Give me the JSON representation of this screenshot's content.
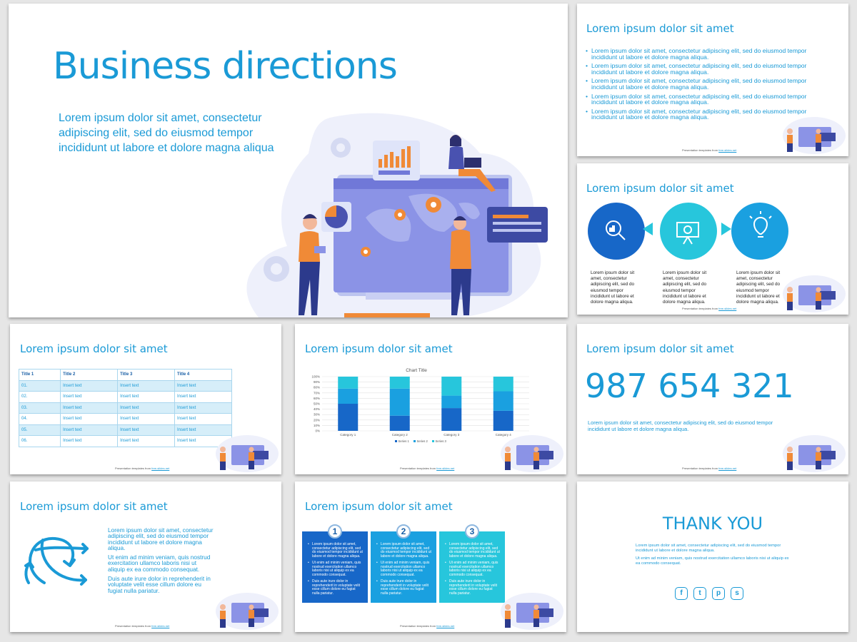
{
  "slide1": {
    "title": "Business directions",
    "subtitle": "Lorem ipsum dolor sit amet, consectetur adipiscing elit, sed do eiusmod tempor incididunt ut labore et dolore magna aliqua"
  },
  "common": {
    "slide_title": "Lorem ipsum dolor sit amet",
    "footer_prefix": "Presentation templates from ",
    "footer_link": "free-slides.net"
  },
  "slide2": {
    "bullets": [
      "Lorem ipsum dolor sit amet, consectetur adipiscing elit, sed do eiusmod tempor incididunt ut labore et dolore magna aliqua.",
      "Lorem ipsum dolor sit amet, consectetur adipiscing elit, sed do eiusmod tempor incididunt ut labore et dolore magna aliqua.",
      "Lorem ipsum dolor sit amet, consectetur adipiscing elit, sed do eiusmod tempor incididunt ut labore et dolore magna aliqua.",
      "Lorem ipsum dolor sit amet, consectetur adipiscing elit, sed do eiusmod tempor incididunt ut labore et dolore magna aliqua.",
      "Lorem ipsum dolor sit amet, consectetur adipiscing elit, sed do eiusmod tempor incididunt ut labore et dolore magna aliqua."
    ]
  },
  "slide3": {
    "texts": [
      "Lorem ipsum dolor sit amet, consectetur adipiscing elit, sed do eiusmod tempor incididunt ut labore et dolore magna aliqua.",
      "Lorem ipsum dolor sit amet, consectetur adipiscing elit, sed do eiusmod tempor incididunt ut labore et dolore magna aliqua.",
      "Lorem ipsum dolor sit amet, consectetur adipiscing elit, sed do eiusmod tempor incididunt ut labore et dolore magna aliqua."
    ],
    "colors": [
      "#1767c8",
      "#27c6dc",
      "#1aa0e0"
    ]
  },
  "table": {
    "headers": [
      "Title 1",
      "Title 2",
      "Title 3",
      "Title 4"
    ],
    "rows": [
      [
        "01.",
        "Insert text",
        "Insert text",
        "Insert text"
      ],
      [
        "02.",
        "Insert text",
        "Insert text",
        "Insert text"
      ],
      [
        "03.",
        "Insert text",
        "Insert text",
        "Insert text"
      ],
      [
        "04.",
        "Insert text",
        "Insert text",
        "Insert text"
      ],
      [
        "05.",
        "Insert text",
        "Insert text",
        "Insert text"
      ],
      [
        "06.",
        "Insert text",
        "Insert text",
        "Insert text"
      ]
    ]
  },
  "chart_data": {
    "type": "bar",
    "stacked": "100%",
    "title": "Chart Title",
    "categories": [
      "Category 1",
      "Category 2",
      "Category 3",
      "Category 4"
    ],
    "series": [
      {
        "name": "Series 1",
        "values": [
          50,
          28,
          42,
          37
        ],
        "color": "#1767c8"
      },
      {
        "name": "Series 2",
        "values": [
          28,
          50,
          23,
          36
        ],
        "color": "#1aa0e0"
      },
      {
        "name": "Series 3",
        "values": [
          22,
          22,
          35,
          27
        ],
        "color": "#27c6dc"
      }
    ],
    "yticks": [
      "0%",
      "10%",
      "20%",
      "30%",
      "40%",
      "50%",
      "60%",
      "70%",
      "80%",
      "90%",
      "100%"
    ],
    "ylim": [
      0,
      100
    ],
    "legend": "bottom"
  },
  "slide6": {
    "big_number": "987 654 321",
    "text": "Lorem ipsum dolor sit amet, consectetur adipiscing elit, sed do eiusmod tempor incididunt ut labore et dolore magna aliqua."
  },
  "slide7": {
    "paragraphs": [
      "Lorem ipsum dolor sit amet, consectetur adipiscing elit, sed do eiusmod tempor incididunt ut labore et dolore magna aliqua.",
      "Ut enim ad minim veniam, quis nostrud exercitation ullamco laboris nisi ut aliquip ex ea commodo consequat.",
      "Duis aute irure dolor in reprehenderit in voluptate velit esse cillum dolore eu fugiat nulla pariatur."
    ]
  },
  "slide8": {
    "boxes": [
      {
        "num": "1",
        "color": "#1767c8"
      },
      {
        "num": "2",
        "color": "#1aa0e0"
      },
      {
        "num": "3",
        "color": "#27c6dc"
      }
    ],
    "items": [
      "Lorem ipsum dolor sit amet, consectetur adipiscing elit, sed do eiusmod tempor incididunt ut labore et dolore magna aliqua.",
      "Ut enim ad minim veniam, quis nostrud exercitation ullamco laboris nisi ut aliquip ex ea commodo consequat.",
      "Duis aute irure dolor in reprehenderit in voluptate velit esse cillum dolore eu fugiat nulla pariatur."
    ]
  },
  "slide9": {
    "heading": "THANK YOU",
    "line1": "Lorem ipsum dolor sit amet, consectetur adipiscing elit, sed do eiusmod tempor incididunt ut labore et dolore magna aliqua.",
    "line2": "Ut enim ad minim veniam, quis nostrud exercitation ullamco laboris nisi ut aliquip ex ea commodo consequat.",
    "social_icons": [
      "facebook-icon",
      "twitter-icon",
      "pinterest-icon",
      "skype-icon"
    ]
  }
}
